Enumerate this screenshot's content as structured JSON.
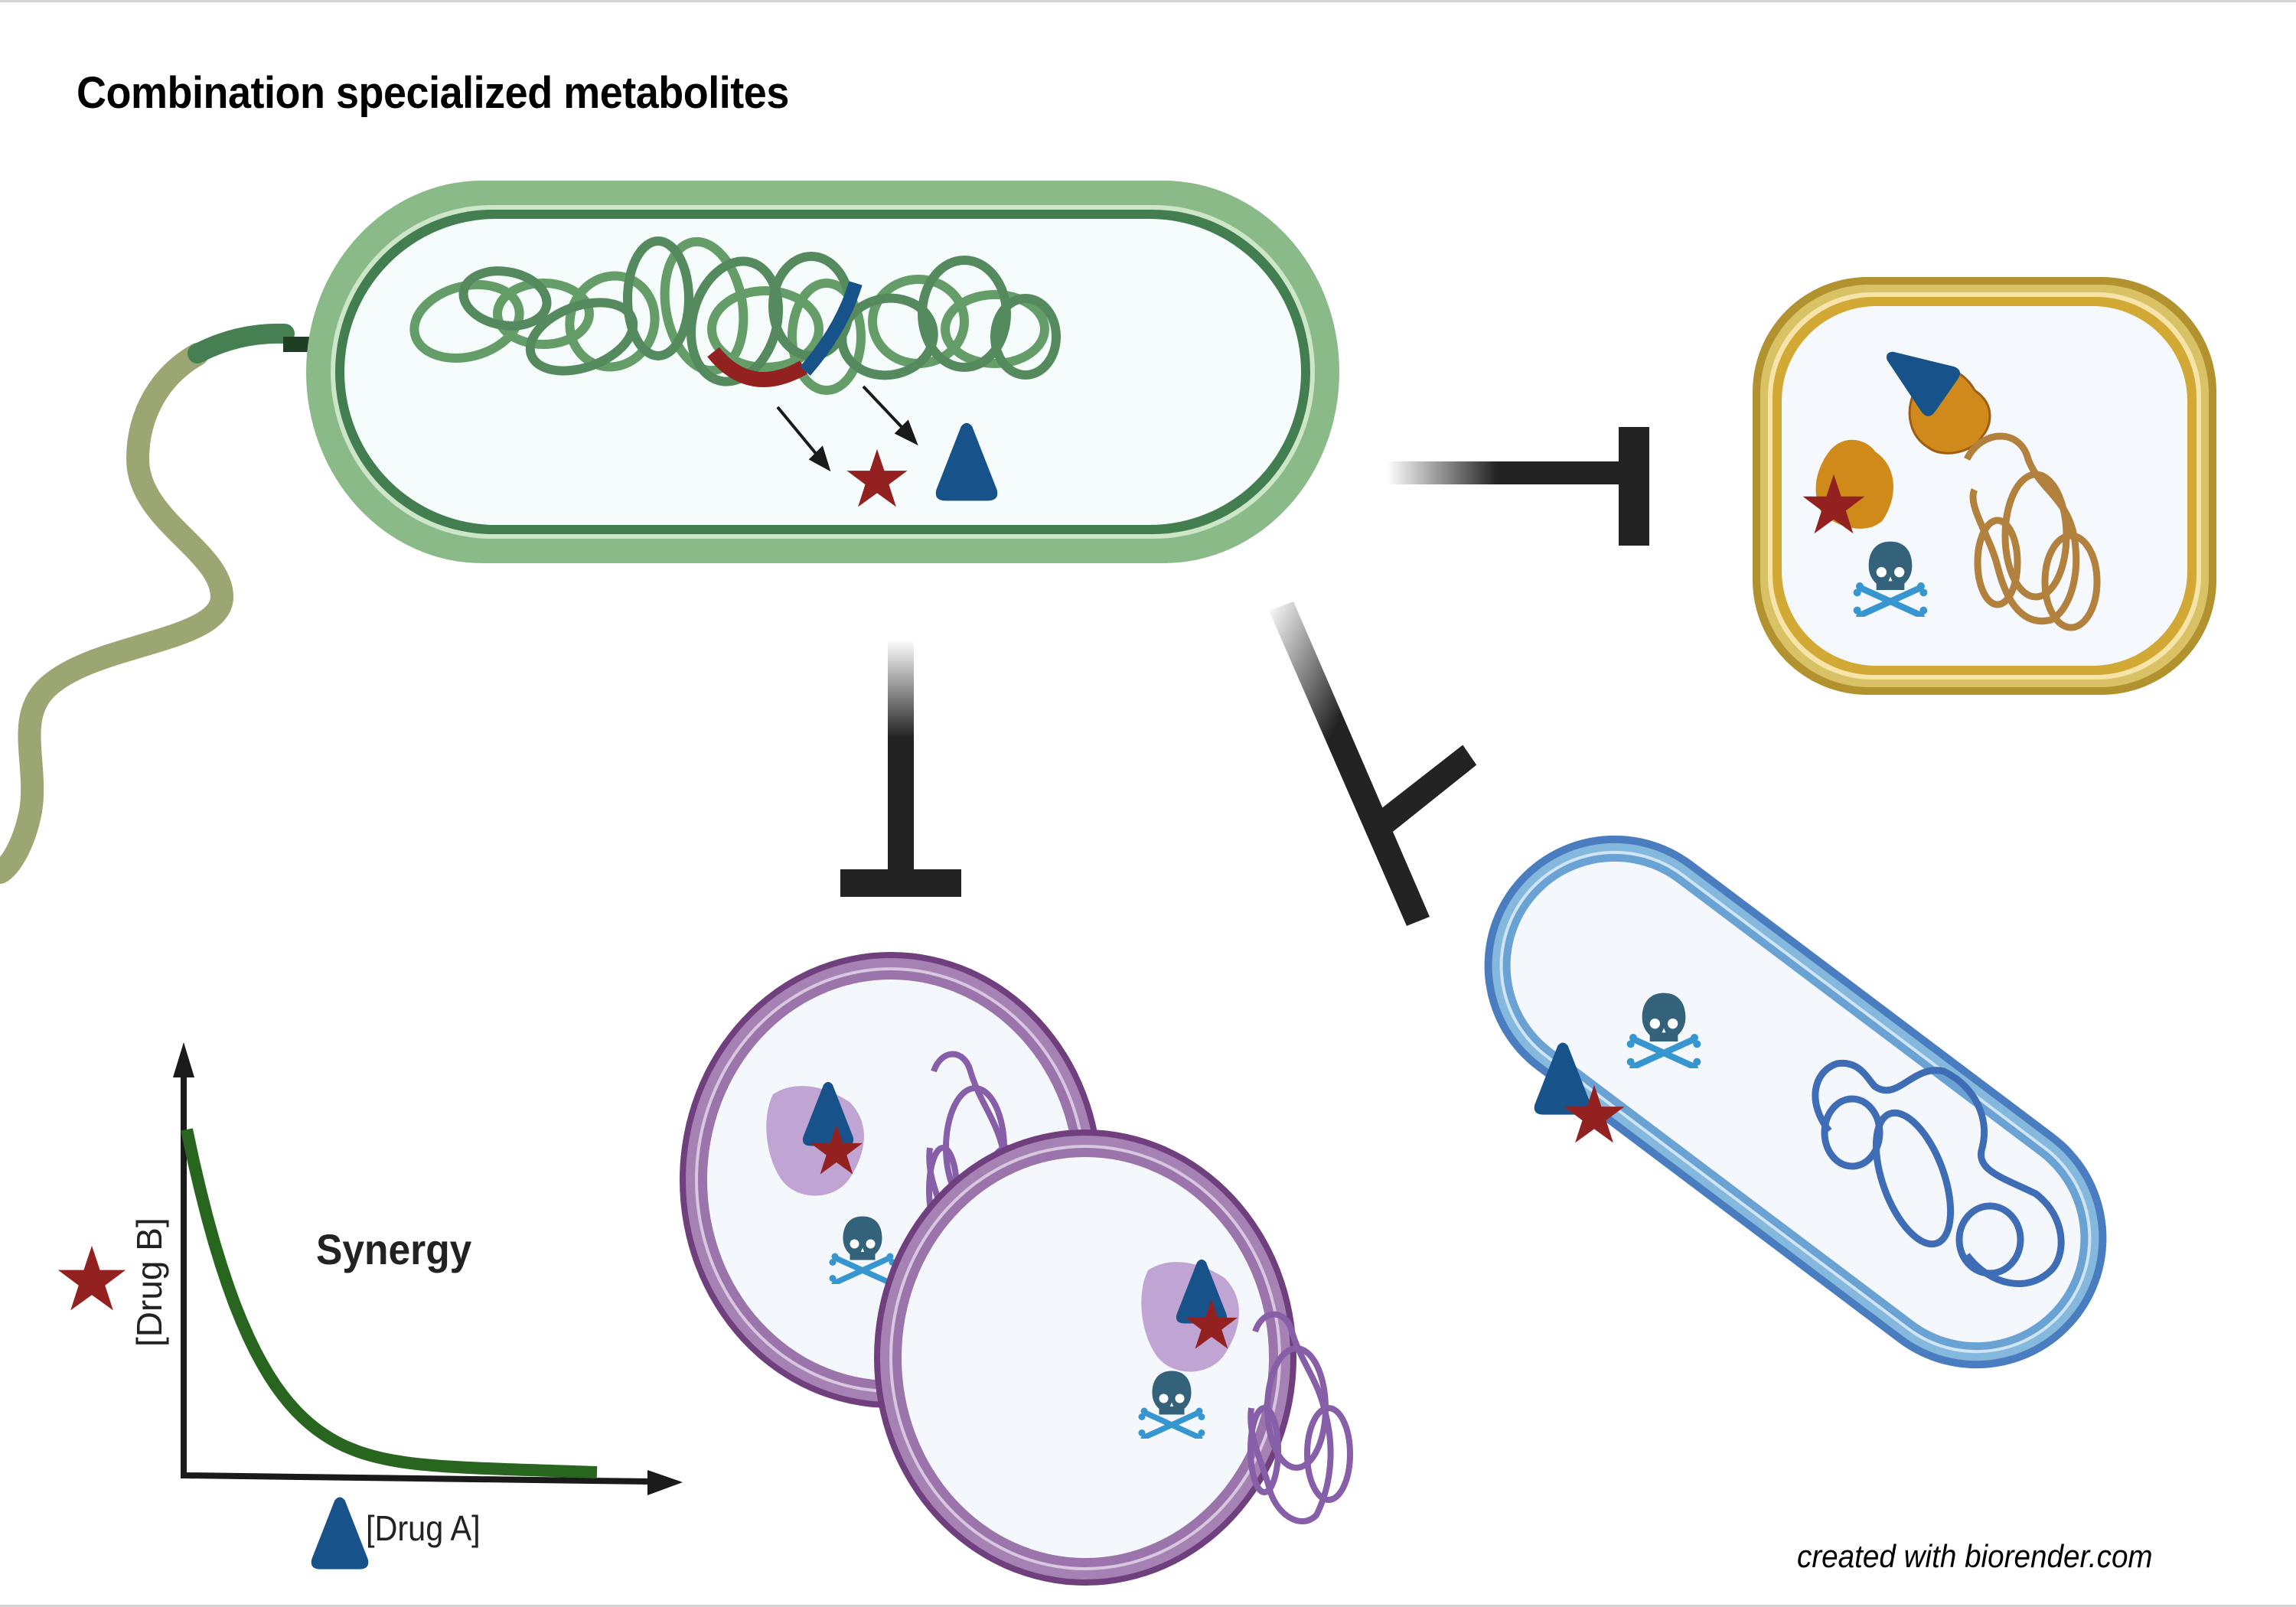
{
  "title": "Combination specialized metabolites",
  "credit": "created with biorender.com",
  "synergy_plot": {
    "label": "Synergy",
    "xlabel": "[Drug A]",
    "ylabel": "[Drug B]",
    "x_icon": "triangle-icon (Drug A)",
    "y_icon": "star-icon (Drug B)"
  },
  "producer": {
    "name": "producer-bacterium",
    "products": [
      "star-icon (Drug B)",
      "triangle-icon (Drug A)"
    ],
    "gene_colors": {
      "drug_b_gene": "#93211f",
      "drug_a_gene": "#17538a"
    }
  },
  "targets": [
    {
      "name": "yeast-like-cell",
      "color": "#d5ac36",
      "effect": "inhibited"
    },
    {
      "name": "coccus-cell-1",
      "color": "#7a4a8c",
      "effect": "inhibited"
    },
    {
      "name": "coccus-cell-2",
      "color": "#7a4a8c",
      "effect": "inhibited"
    },
    {
      "name": "rod-bacterium",
      "color": "#4a7cc0",
      "effect": "inhibited"
    }
  ],
  "colors": {
    "star": "#93211f",
    "triangle": "#17538a",
    "skull": "#33627a",
    "bones": "#3796cf",
    "producer_wall": "#8aba87",
    "producer_membrane": "#437e51",
    "curve": "#28661f",
    "axis": "#1a1a1a"
  }
}
